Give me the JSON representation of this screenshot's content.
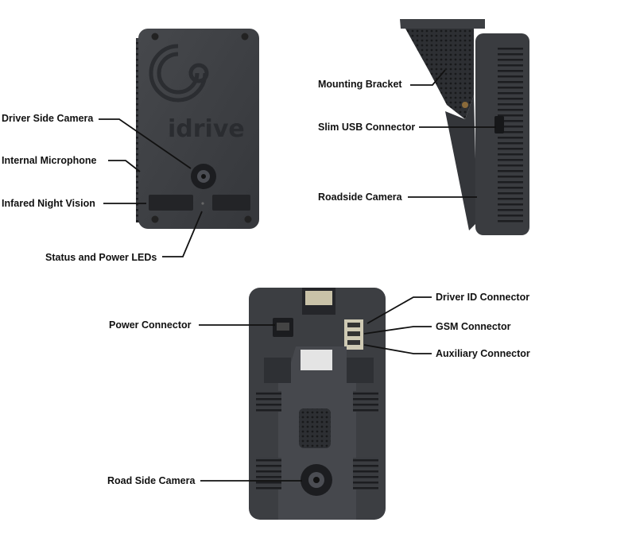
{
  "front_device": {
    "brand": "idrive",
    "callouts": {
      "driver_side_camera": "Driver Side Camera",
      "internal_microphone": "Internal Microphone",
      "infrared_night_vision": "Infared Night Vision",
      "status_power_leds": "Status and Power LEDs"
    }
  },
  "side_device": {
    "callouts": {
      "mounting_bracket": "Mounting Bracket",
      "slim_usb_connector": "Slim USB Connector",
      "roadside_camera": "Roadside Camera"
    }
  },
  "rear_device": {
    "callouts": {
      "power_connector": "Power Connector",
      "driver_id_connector": "Driver ID Connector",
      "gsm_connector": "GSM Connector",
      "auxiliary_connector": "Auxiliary Connector",
      "road_side_camera": "Road Side Camera"
    }
  },
  "colors": {
    "device_body": "#3b3d41",
    "device_dark": "#2a2c2f",
    "text": "#111111"
  }
}
